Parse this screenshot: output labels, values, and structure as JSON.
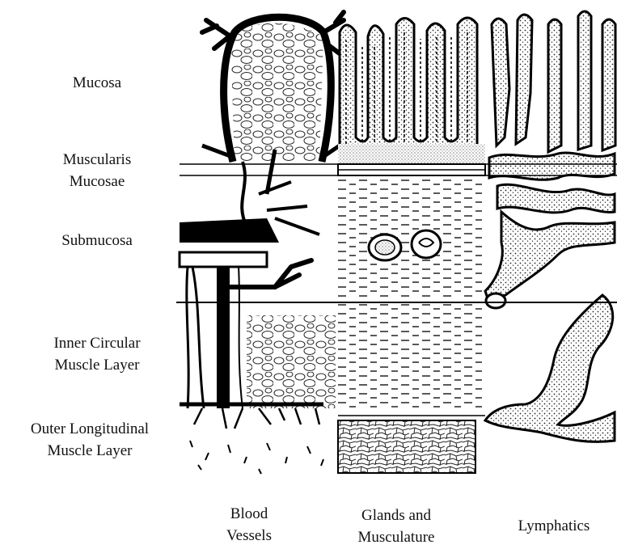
{
  "layers": {
    "mucosa": "Mucosa",
    "muscularis_mucosae": [
      "Muscularis",
      "Mucosae"
    ],
    "submucosa": "Submucosa",
    "inner_circular": [
      "Inner Circular",
      "Muscle Layer"
    ],
    "outer_longitudinal": [
      "Outer Longitudinal",
      "Muscle Layer"
    ]
  },
  "columns": {
    "blood_vessels": [
      "Blood",
      "Vessels"
    ],
    "glands_musculature": [
      "Glands and",
      "Musculature"
    ],
    "lymphatics": "Lymphatics"
  }
}
